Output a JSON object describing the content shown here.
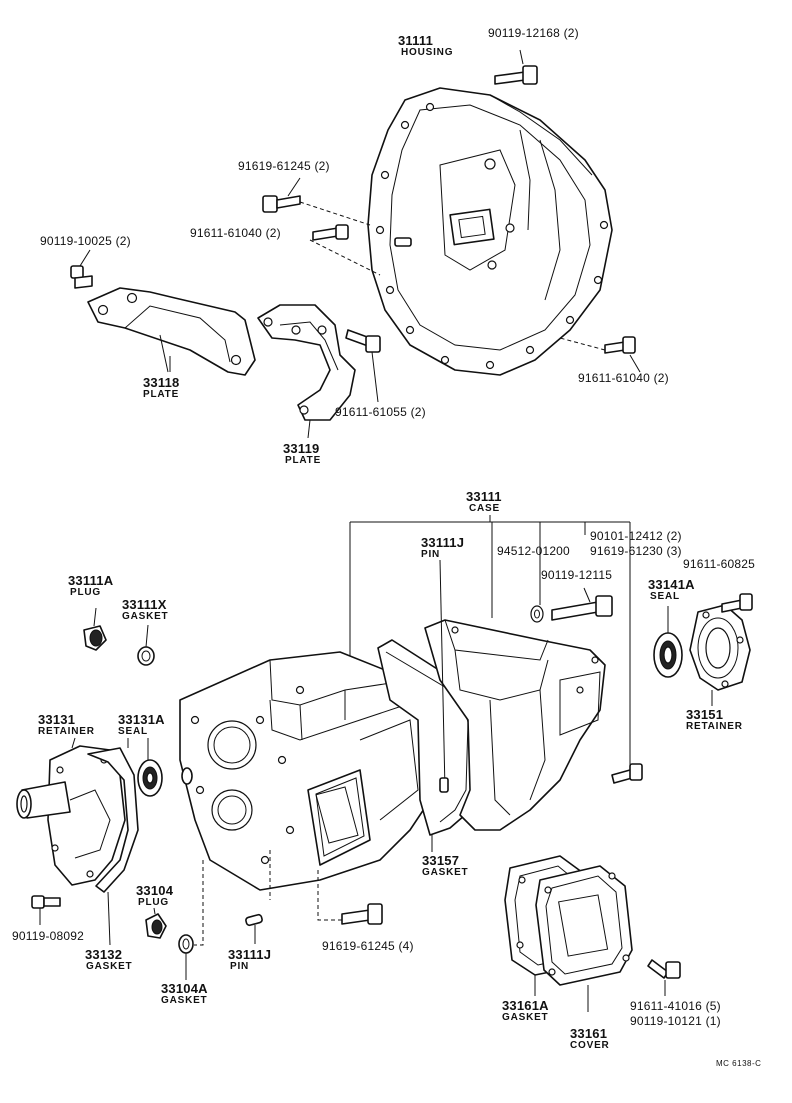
{
  "diagram_code": "MC 6138-C",
  "parts": {
    "housing": {
      "number": "31111",
      "name": "HOUSING"
    },
    "bolt_90119_12168": {
      "ref": "90119-12168 (2)"
    },
    "bolt_91619_61245_2": {
      "ref": "91619-61245 (2)"
    },
    "bolt_91611_61040_2a": {
      "ref": "91611-61040 (2)"
    },
    "bolt_90119_10025": {
      "ref": "90119-10025 (2)"
    },
    "plate_33118": {
      "number": "33118",
      "name": "PLATE"
    },
    "plate_33119": {
      "number": "33119",
      "name": "PLATE"
    },
    "bolt_91611_61055": {
      "ref": "91611-61055 (2)"
    },
    "bolt_91611_61040_2b": {
      "ref": "91611-61040 (2)"
    },
    "case": {
      "number": "33111",
      "name": "CASE"
    },
    "pin_upper": {
      "number": "33111J",
      "name": "PIN"
    },
    "ref_94512_01200": {
      "ref": "94512-01200"
    },
    "ref_90101_12412": {
      "ref": "90101-12412 (2)"
    },
    "ref_91619_61230": {
      "ref": "91619-61230 (3)"
    },
    "ref_90119_12115": {
      "ref": "90119-12115"
    },
    "ref_91611_60825": {
      "ref": "91611-60825"
    },
    "seal_33141a": {
      "number": "33141A",
      "name": "SEAL"
    },
    "retainer_33151": {
      "number": "33151",
      "name": "RETAINER"
    },
    "plug_33111a": {
      "number": "33111A",
      "name": "PLUG"
    },
    "gasket_33111x": {
      "number": "33111X",
      "name": "GASKET"
    },
    "retainer_33131": {
      "number": "33131",
      "name": "RETAINER"
    },
    "seal_33131a": {
      "number": "33131A",
      "name": "SEAL"
    },
    "plug_33104": {
      "number": "33104",
      "name": "PLUG"
    },
    "gasket_33104a": {
      "number": "33104A",
      "name": "GASKET"
    },
    "pin_lower": {
      "number": "33111J",
      "name": "PIN"
    },
    "gasket_33157": {
      "number": "33157",
      "name": "GASKET"
    },
    "ref_91619_61245_4": {
      "ref": "91619-61245 (4)"
    },
    "ref_90119_08092": {
      "ref": "90119-08092"
    },
    "gasket_33132": {
      "number": "33132",
      "name": "GASKET"
    },
    "gasket_33161a": {
      "number": "33161A",
      "name": "GASKET"
    },
    "cover_33161": {
      "number": "33161",
      "name": "COVER"
    },
    "ref_91611_41016": {
      "ref": "91611-41016 (5)"
    },
    "ref_90119_10121": {
      "ref": "90119-10121 (1)"
    }
  }
}
